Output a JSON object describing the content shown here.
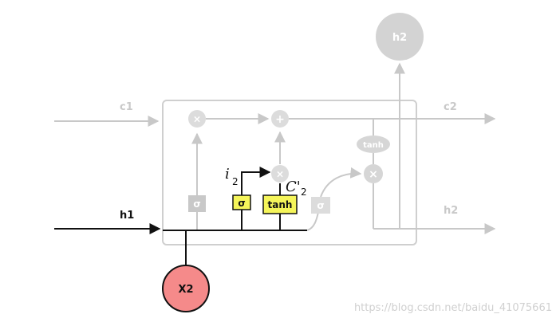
{
  "labels": {
    "c_in": "c1",
    "c_out": "c2",
    "h_in": "h1",
    "h_out": "h2",
    "h_top": "h2",
    "x_input": "X2",
    "i_symbol": "i",
    "i_sub": "2",
    "c_prime_symbol": "C'",
    "c_prime_sub": "2"
  },
  "gates": {
    "forget_mul": "×",
    "cell_add": "+",
    "input_mul": "×",
    "output_mul": "×",
    "cell_tanh": "tanh",
    "forget_sigma": "σ",
    "input_sigma": "σ",
    "candidate_tanh": "tanh",
    "output_sigma": "σ"
  },
  "watermark": "https://blog.csdn.net/baidu_41075661",
  "colors": {
    "active": "#111111",
    "inactive": "#c8c8c8",
    "highlight": "#f5f55a",
    "input_node": "#f58a8a"
  }
}
